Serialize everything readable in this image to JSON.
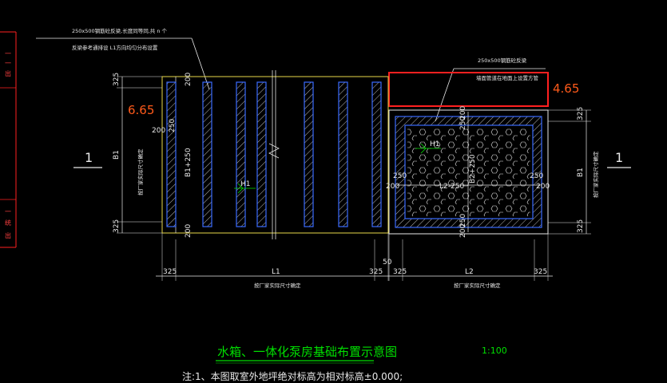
{
  "annotations": {
    "top_left_line1": "250x500钢筋砼反梁,长度同等同,共 n 个",
    "top_left_line2": "反梁参考通排设 L1方向均匀分布设置",
    "top_right_line1": "250x500钢筋砼反梁",
    "top_right_line2": "墙面管道在地面上设置方管"
  },
  "elevations": {
    "left": "6.65",
    "right": "4.65"
  },
  "section_marks": {
    "left": "1",
    "right": "1"
  },
  "left_block": {
    "top_dim": "325",
    "bottom_dim": "325",
    "height": "B1",
    "inner_200_top": "200",
    "inner_200_bottom": "200",
    "inner_200_side": "200",
    "inner_250": "250",
    "inner_height": "B1+250",
    "h_label": "H1",
    "side_note": "按厂家实际尺寸确定",
    "width_label": "L1",
    "w_left": "325",
    "w_right": "325",
    "bottom_note": "按厂家实际尺寸确定"
  },
  "gap_dim": "50",
  "right_block": {
    "top_dim": "325",
    "bottom_dim": "325",
    "height": "B1",
    "inner_250_top": "250",
    "inner_250_bottom": "250",
    "inner_200_top": "200",
    "inner_200_bottom": "200",
    "inner_250_left": "250",
    "inner_250_right": "250",
    "inner_200_left": "200",
    "inner_200_right": "200",
    "inner_height": "B2+250",
    "inner_width": "L2-250",
    "h_label": "H1",
    "side_note": "按厂家实际尺寸确定",
    "width_label": "L2",
    "w_left": "325",
    "w_right": "325",
    "bottom_note": "按厂家实际尺寸确定"
  },
  "title": "水箱、一体化泵房基础布置示意图",
  "scale": "1:100",
  "note": "注:1、本图取室外地坪绝对标高为相对标高±0.000;",
  "left_strip": [
    "一",
    "一",
    "出",
    "一",
    "统",
    "出"
  ],
  "colors": {
    "background": "#000000",
    "lines": "#e8e8e8",
    "beam_hatch": "#3a6bff",
    "orange": "#ff5a1a",
    "red": "#ff2020",
    "green": "#00e000"
  }
}
